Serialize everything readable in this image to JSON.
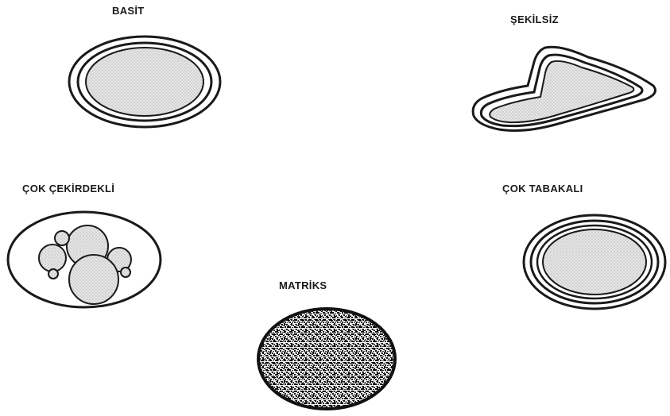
{
  "labels": {
    "basit": "BASİT",
    "sekilsiz": "ŞEKİLSİZ",
    "cok_cekirdekli": "ÇOK ÇEKİRDEKLİ",
    "cok_tabakali": "ÇOK TABAKALI",
    "matriks": "MATRİKS"
  },
  "colors": {
    "line": "#1a1a1a",
    "dot_fill": "#dcdcdc",
    "dots": "#6b6b6b",
    "matrix_dark": "#111111"
  }
}
